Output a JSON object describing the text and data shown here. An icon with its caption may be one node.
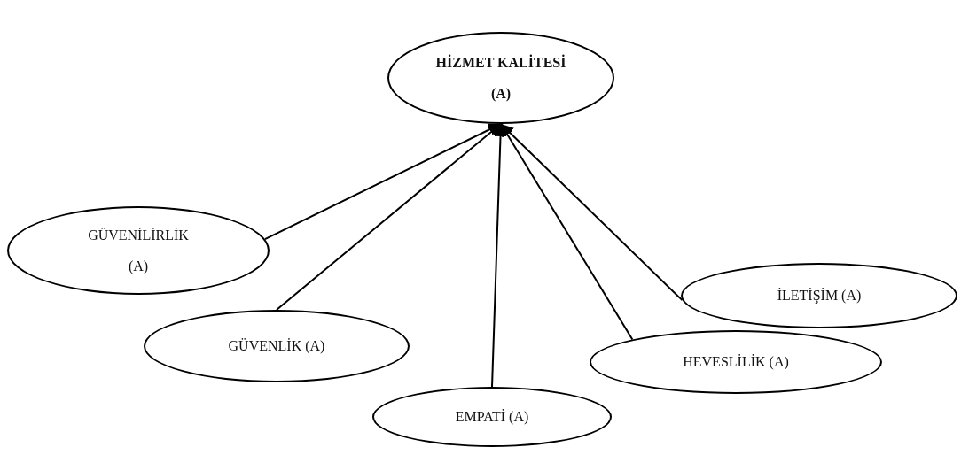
{
  "diagram": {
    "nodes": [
      {
        "text": [
          "HİZMET KALİTESİ (A)"
        ]
      },
      {
        "text": [
          "GÜVENİLİRLİK (A)"
        ]
      },
      {
        "text": [
          "GÜVENLİK  (A)"
        ]
      },
      {
        "text": [
          "EMPATİ (A)"
        ]
      },
      {
        "text": [
          "HEVESLİLİK (A)"
        ]
      },
      {
        "text": [
          "İLETİŞİM (A)"
        ]
      }
    ],
    "edges": [
      {
        "from": 1,
        "to": 0,
        "arrow": "to"
      },
      {
        "from": 2,
        "to": 0,
        "arrow": "to"
      },
      {
        "from": 3,
        "to": 0,
        "arrow": "to"
      },
      {
        "from": 4,
        "to": 0,
        "arrow": "to"
      },
      {
        "from": 5,
        "to": 0,
        "arrow": "to"
      }
    ]
  }
}
